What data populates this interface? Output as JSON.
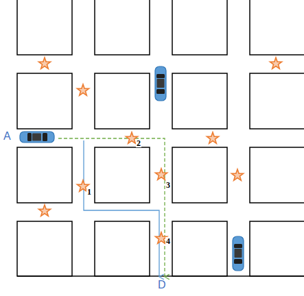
{
  "diagram": {
    "labels": [
      "A",
      "2",
      "1",
      "3",
      "4",
      "D"
    ]
  }
}
